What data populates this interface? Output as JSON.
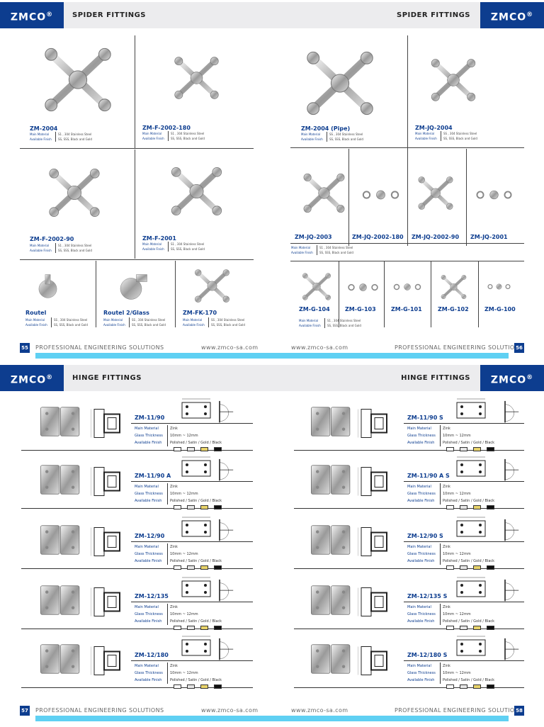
{
  "brand": {
    "logo": "ZMCO",
    "reg": "®"
  },
  "top": {
    "left_title": "SPIDER FITTINGS",
    "right_title": "SPIDER FITTINGS"
  },
  "spider": {
    "labels": {
      "material": "Main Material",
      "finish": "Available Finish"
    },
    "mat_a": "S1 , 304 Stainless Steel",
    "mat_b": "SS , 304 Stainless Steel",
    "fin_a": "SS, SSS, Black and Gold",
    "items": [
      {
        "name": "ZM-2004"
      },
      {
        "name": "ZM-F-2002-180"
      },
      {
        "name": "ZM-2004 (Pipe)"
      },
      {
        "name": "ZM-JQ-2004"
      },
      {
        "name": "ZM-F-2002-90"
      },
      {
        "name": "ZM-F-2001"
      },
      {
        "name": "ZM-JQ-2003"
      },
      {
        "name": "ZM-JQ-2002-180"
      },
      {
        "name": "ZM-JQ-2002-90"
      },
      {
        "name": "ZM-JQ-2001"
      },
      {
        "name": "Routel"
      },
      {
        "name": "Routel 2/Glass"
      },
      {
        "name": "ZM-FK-170"
      },
      {
        "name": "ZM-G-104"
      },
      {
        "name": "ZM-G-103"
      },
      {
        "name": "ZM-G-101"
      },
      {
        "name": "ZM-G-102"
      },
      {
        "name": "ZM-G-100"
      }
    ]
  },
  "footer_top": {
    "left_page": "55",
    "right_page": "56",
    "slogan": "PROFESSIONAL ENGINEERING SOLUTIONS",
    "url": "www.zmco-sa.com"
  },
  "hinge_header": {
    "left_title": "HINGE FITTINGS",
    "right_title": "HINGE FITTINGS"
  },
  "hinge": {
    "labels": {
      "material": "Main Material",
      "thickness": "Glass Thickness",
      "finish": "Available Finish"
    },
    "material": "Zink",
    "thickness": "10mm ~ 12mm",
    "finish": "Polished / Satin / Gold / Black",
    "swatch_colors": [
      "#ffffff",
      "#e6e6e6",
      "#e8d36a",
      "#111111"
    ],
    "left": [
      {
        "name": "ZM-11/90"
      },
      {
        "name": "ZM-11/90 A"
      },
      {
        "name": "ZM-12/90"
      },
      {
        "name": "ZM-12/135"
      },
      {
        "name": "ZM-12/180"
      }
    ],
    "right": [
      {
        "name": "ZM-11/90 S"
      },
      {
        "name": "ZM-11/90 A S"
      },
      {
        "name": "ZM-12/90 S"
      },
      {
        "name": "ZM-12/135 S"
      },
      {
        "name": "ZM-12/180 S"
      }
    ]
  },
  "footer_bottom": {
    "left_page": "57",
    "right_page": "58",
    "slogan": "PROFESSIONAL ENGINEERING SOLUTIONS",
    "url": "www.zmco-sa.com"
  }
}
